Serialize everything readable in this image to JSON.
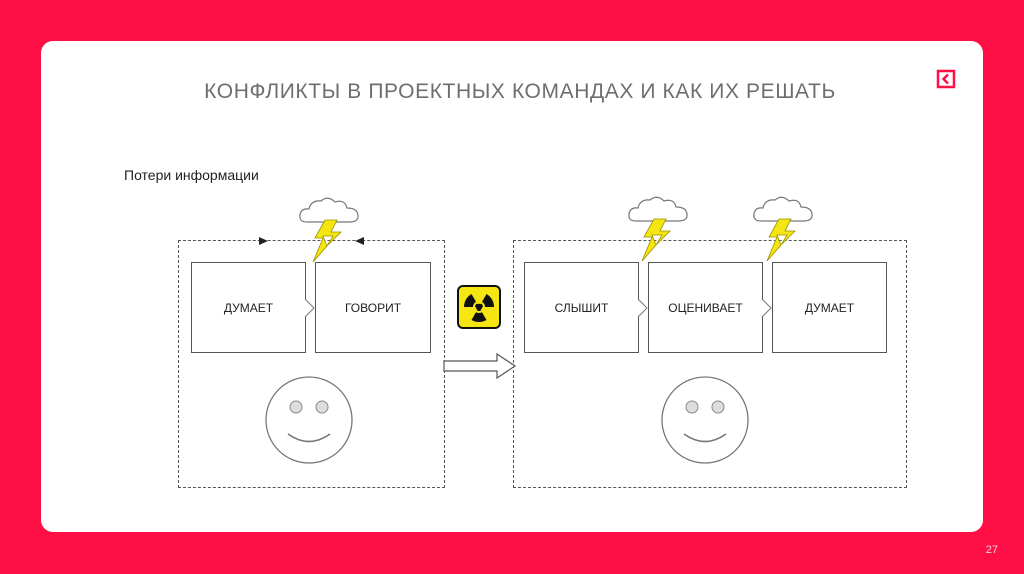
{
  "slide": {
    "title": "КОНФЛИКТЫ В ПРОЕКТНЫХ КОМАНДАХ И КАК ИХ РЕШАТЬ",
    "subtitle": "Потери информации",
    "page_number": "27"
  },
  "sender": {
    "boxes": [
      "ДУМАЕТ",
      "ГОВОРИТ"
    ]
  },
  "receiver": {
    "boxes": [
      "СЛЫШИТ",
      "ОЦЕНИВАЕТ",
      "ДУМАЕТ"
    ]
  },
  "icons": {
    "logo": "back-arrow-square-icon",
    "storm": "storm-cloud-lightning-icon",
    "radiation": "radiation-warning-icon",
    "arrow": "transfer-arrow-icon",
    "face": "smiley-face-icon"
  },
  "colors": {
    "background": "#fe0f45",
    "lightning": "#f5e611",
    "radiation_bg": "#f5e611"
  }
}
